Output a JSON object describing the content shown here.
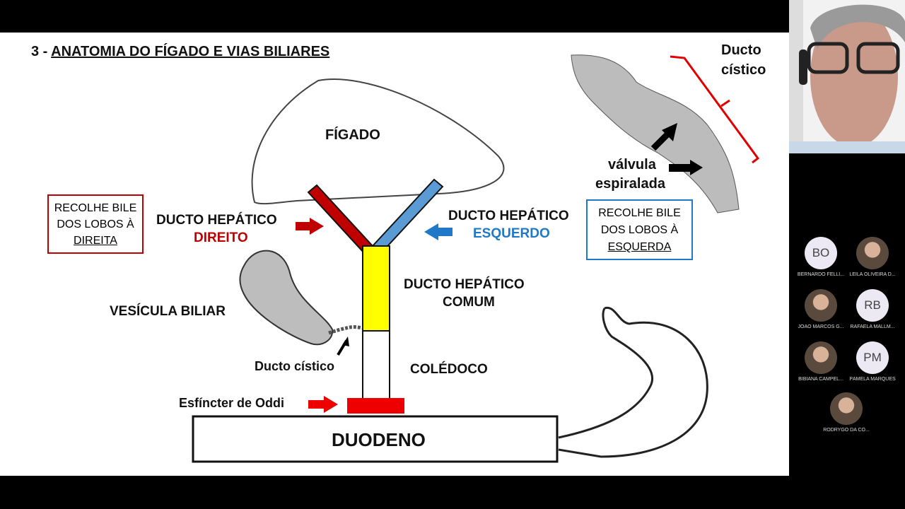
{
  "slide": {
    "title_num": "3 - ",
    "title": "ANATOMIA DO FÍGADO E VIAS BILIARES",
    "figado": "FÍGADO",
    "box_left": {
      "l1": "RECOLHE BILE",
      "l2": "DOS LOBOS À",
      "l3": "DIREITA"
    },
    "box_right": {
      "l1": "RECOLHE BILE",
      "l2": "DOS LOBOS À",
      "l3": "ESQUERDA"
    },
    "hep_dir": {
      "l1": "DUCTO HEPÁTICO",
      "l2": "DIREITO"
    },
    "hep_esq": {
      "l1": "DUCTO HEPÁTICO",
      "l2": "ESQUERDO"
    },
    "hep_comum": {
      "l1": "DUCTO HEPÁTICO",
      "l2": "COMUM"
    },
    "vesicula": "VESÍCULA  BILIAR",
    "cistico": "Ducto  cístico",
    "coledoco": "COLÉDOCO",
    "oddi": "Esfíncter de Oddi",
    "duodeno": "DUODENO",
    "inset_ducto": {
      "l1": "Ducto",
      "l2": "cístico"
    },
    "valvula": {
      "l1": "válvula",
      "l2": "espiralada"
    },
    "colors": {
      "red": "#c00000",
      "blue": "#1f78c8",
      "yellow": "#ffff00"
    }
  },
  "participants": [
    {
      "initials": "BO",
      "name": "BERNARDO FELLI...",
      "photo": false
    },
    {
      "initials": "",
      "name": "LEILA OLIVEIRA D...",
      "photo": true
    },
    {
      "initials": "",
      "name": "JOÃO MARCOS G...",
      "photo": true
    },
    {
      "initials": "RB",
      "name": "RAFAELA MALLM...",
      "photo": false
    },
    {
      "initials": "",
      "name": "BIBIANA CAMPEL...",
      "photo": true
    },
    {
      "initials": "PM",
      "name": "PÂMELA MARQUES",
      "photo": false
    },
    {
      "initials": "",
      "name": "RODRYGO DA CO...",
      "photo": true
    }
  ]
}
